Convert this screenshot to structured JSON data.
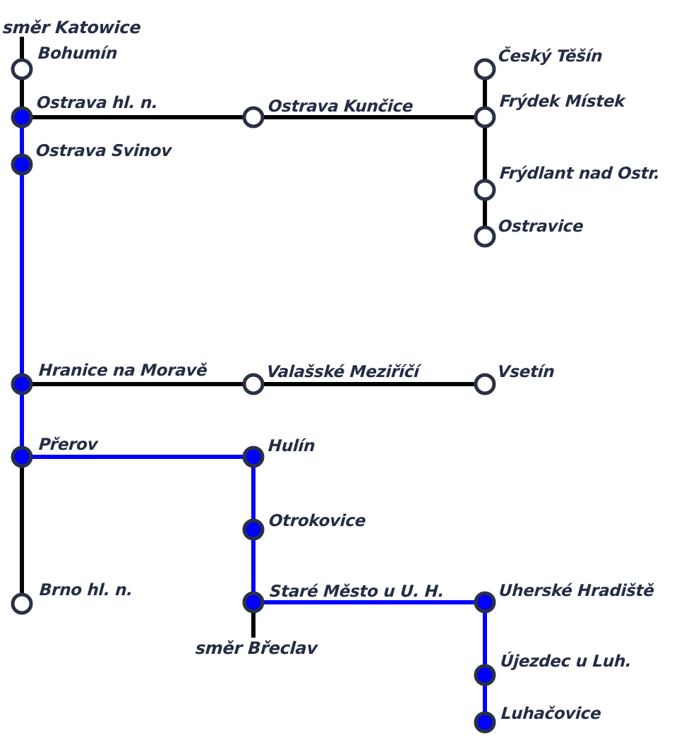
{
  "title": "Railway network diagram – Ostrava / Přerov / Uherské Hradiště region",
  "colors": {
    "highlighted_line": "#0000ff",
    "other_line": "#000000",
    "station_outline": "#2a3146",
    "highlighted_station_fill": "#0000ff",
    "other_station_fill": "#ffffff",
    "label_text": "#252d45"
  },
  "directions": {
    "katowice": "směr Katowice",
    "breclav": "směr Břeclav"
  },
  "stations": {
    "bohumin": {
      "name": "Bohumín",
      "highlighted": false
    },
    "ostrava_hl_n": {
      "name": "Ostrava hl. n.",
      "highlighted": true
    },
    "ostrava_svinov": {
      "name": "Ostrava Svinov",
      "highlighted": true
    },
    "ostrava_kuncice": {
      "name": "Ostrava Kunčice",
      "highlighted": false
    },
    "cesky_tesin": {
      "name": "Český Těšín",
      "highlighted": false
    },
    "frydek_mistek": {
      "name": "Frýdek Místek",
      "highlighted": false
    },
    "frydlant": {
      "name": "Frýdlant nad Ostr.",
      "highlighted": false
    },
    "ostravice": {
      "name": "Ostravice",
      "highlighted": false
    },
    "hranice": {
      "name": "Hranice na Moravě",
      "highlighted": true
    },
    "valasske_mezirici": {
      "name": "Valašské Meziříčí",
      "highlighted": false
    },
    "vsetin": {
      "name": "Vsetín",
      "highlighted": false
    },
    "prerov": {
      "name": "Přerov",
      "highlighted": true
    },
    "hulin": {
      "name": "Hulín",
      "highlighted": true
    },
    "otrokovice": {
      "name": "Otrokovice",
      "highlighted": true
    },
    "brno": {
      "name": "Brno hl. n.",
      "highlighted": false
    },
    "stare_mesto": {
      "name": "Staré Město u U. H.",
      "highlighted": true
    },
    "uherske_hradiste": {
      "name": "Uherské Hradiště",
      "highlighted": true
    },
    "ujezdec": {
      "name": "Újezdec u Luh.",
      "highlighted": true
    },
    "luhacovice": {
      "name": "Luhačovice",
      "highlighted": true
    }
  },
  "segments": [
    {
      "from": "katowice_dir",
      "to": "bohumin",
      "highlighted": false
    },
    {
      "from": "bohumin",
      "to": "ostrava_hl_n",
      "highlighted": false
    },
    {
      "from": "ostrava_hl_n",
      "to": "ostrava_svinov",
      "highlighted": true
    },
    {
      "from": "ostrava_svinov",
      "to": "hranice",
      "highlighted": true
    },
    {
      "from": "hranice",
      "to": "prerov",
      "highlighted": true
    },
    {
      "from": "prerov",
      "to": "brno",
      "highlighted": false
    },
    {
      "from": "ostrava_hl_n",
      "to": "ostrava_kuncice",
      "highlighted": false
    },
    {
      "from": "ostrava_kuncice",
      "to": "frydek_mistek",
      "highlighted": false
    },
    {
      "from": "cesky_tesin",
      "to": "frydek_mistek",
      "highlighted": false
    },
    {
      "from": "frydek_mistek",
      "to": "frydlant",
      "highlighted": false
    },
    {
      "from": "frydlant",
      "to": "ostravice",
      "highlighted": false
    },
    {
      "from": "hranice",
      "to": "valasske_mezirici",
      "highlighted": false
    },
    {
      "from": "valasske_mezirici",
      "to": "vsetin",
      "highlighted": false
    },
    {
      "from": "prerov",
      "to": "hulin",
      "highlighted": true
    },
    {
      "from": "hulin",
      "to": "otrokovice",
      "highlighted": true
    },
    {
      "from": "otrokovice",
      "to": "stare_mesto",
      "highlighted": true
    },
    {
      "from": "stare_mesto",
      "to": "breclav_dir",
      "highlighted": false
    },
    {
      "from": "stare_mesto",
      "to": "uherske_hradiste",
      "highlighted": true
    },
    {
      "from": "uherske_hradiste",
      "to": "ujezdec",
      "highlighted": true
    },
    {
      "from": "ujezdec",
      "to": "luhacovice",
      "highlighted": true
    }
  ]
}
